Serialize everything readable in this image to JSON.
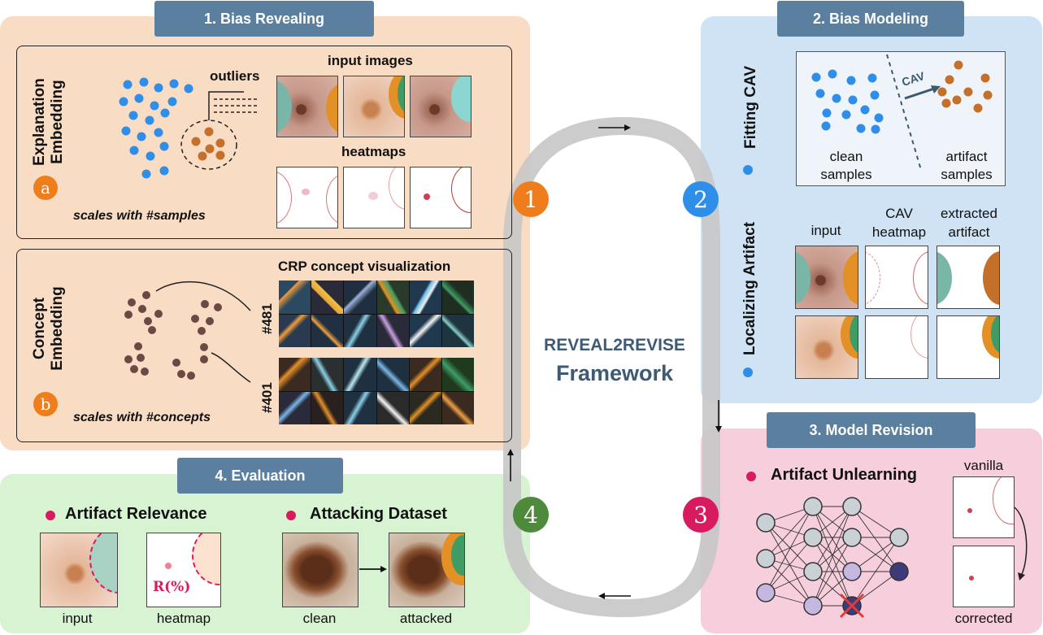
{
  "framework": {
    "line1": "REVEAL2REVISE",
    "line2": "Framework"
  },
  "steps": {
    "s1": {
      "title": "1. Bias Revealing",
      "badge": "1"
    },
    "s2": {
      "title": "2. Bias Modeling",
      "badge": "2"
    },
    "s3": {
      "title": "3. Model Revision",
      "badge": "3"
    },
    "s4": {
      "title": "4. Evaluation",
      "badge": "4"
    }
  },
  "explanation": {
    "label_line1": "Explanation",
    "label_line2": "Embedding",
    "badge": "a",
    "outliers": "outliers",
    "input_images": "input images",
    "heatmaps": "heatmaps",
    "scales": "scales with #samples"
  },
  "concept": {
    "label_line1": "Concept",
    "label_line2": "Embedding",
    "badge": "b",
    "crp_title": "CRP concept visualization",
    "id1": "#481",
    "id2": "#401",
    "scales": "scales with #concepts"
  },
  "bias_modeling": {
    "fitting_cav": "Fitting CAV",
    "cav": "CAV",
    "clean_line1": "clean",
    "clean_line2": "samples",
    "artifact_line1": "artifact",
    "artifact_line2": "samples",
    "localizing": "Localizing Artifact",
    "col_input": "input",
    "col_cav_line1": "CAV",
    "col_cav_line2": "heatmap",
    "col_ext_line1": "extracted",
    "col_ext_line2": "artifact"
  },
  "model_revision": {
    "unlearning": "Artifact Unlearning",
    "vanilla": "vanilla",
    "corrected": "corrected"
  },
  "evaluation": {
    "relevance": "Artifact Relevance",
    "attacking": "Attacking Dataset",
    "input": "input",
    "heatmap": "heatmap",
    "clean": "clean",
    "attacked": "attacked",
    "r_percent": "R(%)"
  },
  "colors": {
    "orange_badge": "#f07d1b",
    "blue_badge": "#2f8fe8",
    "pink_badge": "#d81b60",
    "green_badge": "#4e8a3c",
    "header": "#5a7f9f"
  }
}
